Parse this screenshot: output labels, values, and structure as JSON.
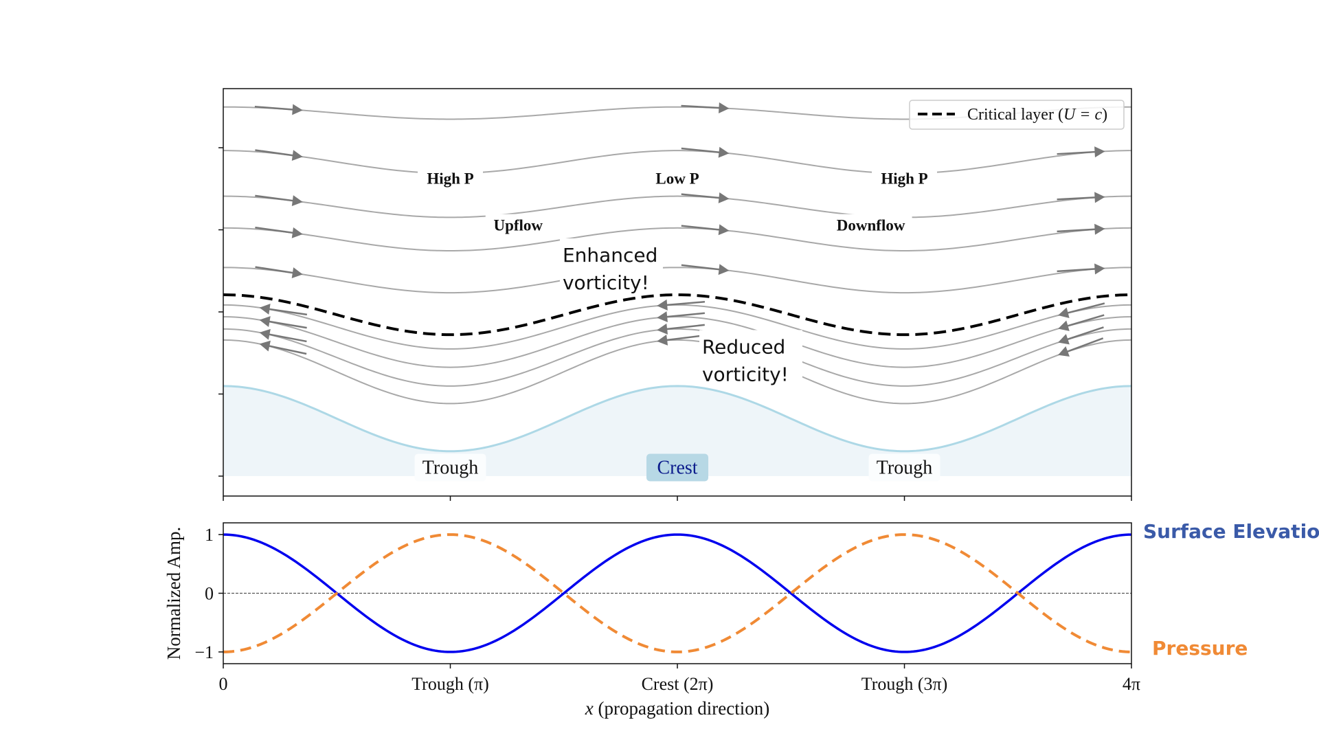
{
  "chart_data": [
    {
      "type": "line",
      "title": "Streamlines over a propagating surface wave with critical layer",
      "x_domain": [
        0,
        12.566
      ],
      "xlabel": "",
      "ylabel": "",
      "y_ticks": 5,
      "legend": {
        "placement": "top-right",
        "entries": [
          {
            "label": "Critical layer (U = c)",
            "style": "dashed",
            "color": "#000000"
          }
        ]
      },
      "streamlines_forward": {
        "direction": "right",
        "color": "#a8a8a8",
        "arrow_color": "#777777",
        "levels": [
          {
            "name": "streamline-1",
            "mean_height": 0.94,
            "amplitude": 0.015
          },
          {
            "name": "streamline-2",
            "mean_height": 0.82,
            "amplitude": 0.028
          },
          {
            "name": "streamline-3",
            "mean_height": 0.71,
            "amplitude": 0.026
          },
          {
            "name": "streamline-4",
            "mean_height": 0.63,
            "amplitude": 0.028
          },
          {
            "name": "streamline-5",
            "mean_height": 0.53,
            "amplitude": 0.031
          }
        ]
      },
      "critical_layer": {
        "mean_height": 0.445,
        "amplitude": 0.049,
        "color": "#000000",
        "style": "dashed"
      },
      "streamlines_reverse": {
        "direction": "left",
        "color": "#a8a8a8",
        "arrow_color": "#777777",
        "levels": [
          {
            "name": "reverse-streamline-1",
            "mean_height": 0.415,
            "amplitude": 0.054
          },
          {
            "name": "reverse-streamline-2",
            "mean_height": 0.378,
            "amplitude": 0.062
          },
          {
            "name": "reverse-streamline-3",
            "mean_height": 0.34,
            "amplitude": 0.07
          },
          {
            "name": "reverse-streamline-4",
            "mean_height": 0.305,
            "amplitude": 0.078
          }
        ]
      },
      "surface": {
        "mean_height": 0.19,
        "amplitude": 0.08,
        "line_color": "#add8e6",
        "fill_color": "#eef5f9"
      },
      "annotations": [
        {
          "name": "high-p-left-label",
          "text": "High P",
          "x": 3.1416,
          "height": 0.78,
          "style": "bold"
        },
        {
          "name": "low-p-label",
          "text": "Low P",
          "x": 6.2832,
          "height": 0.78,
          "style": "bold"
        },
        {
          "name": "high-p-right-label",
          "text": "High P",
          "x": 9.4248,
          "height": 0.78,
          "style": "bold"
        },
        {
          "name": "upflow-label",
          "text": "Upflow",
          "x": 4.08,
          "height": 0.665,
          "style": "bold"
        },
        {
          "name": "downflow-label",
          "text": "Downflow",
          "x": 8.96,
          "height": 0.665,
          "style": "bold"
        },
        {
          "name": "enhanced-vorticity-label",
          "lines": [
            "Enhanced",
            "vorticity!"
          ],
          "x": 5.37,
          "height": 0.565,
          "style": "callout"
        },
        {
          "name": "reduced-vorticity-label",
          "lines": [
            "Reduced",
            "vorticity!"
          ],
          "x": 7.3,
          "height": 0.34,
          "style": "callout"
        },
        {
          "name": "trough-left-label",
          "text": "Trough",
          "x": 3.1416,
          "height": 0.07,
          "style": "box"
        },
        {
          "name": "crest-label",
          "text": "Crest",
          "x": 6.2832,
          "height": 0.07,
          "style": "box-highlight"
        },
        {
          "name": "trough-right-label",
          "text": "Trough",
          "x": 9.4248,
          "height": 0.07,
          "style": "box"
        }
      ]
    },
    {
      "type": "line",
      "title": "",
      "xlabel": "x (propagation direction)",
      "ylabel": "Normalized Amp.",
      "xlim": [
        0,
        12.566
      ],
      "ylim": [
        -1.2,
        1.2
      ],
      "x_ticks": [
        {
          "value": 0,
          "label": "0"
        },
        {
          "value": 3.1416,
          "label": "Trough (π)"
        },
        {
          "value": 6.2832,
          "label": "Crest (2π)"
        },
        {
          "value": 9.4248,
          "label": "Trough (3π)"
        },
        {
          "value": 12.566,
          "label": "4π"
        }
      ],
      "y_ticks": [
        {
          "value": 1,
          "label": "1"
        },
        {
          "value": 0,
          "label": "0"
        },
        {
          "value": -1,
          "label": "−1"
        }
      ],
      "zero_line": {
        "style": "dotted",
        "color": "#555555"
      },
      "series": [
        {
          "name": "Surface Elevation",
          "function": "cos(x)",
          "color": "#0000ee",
          "label_color": "#3a5aa8",
          "style": "solid"
        },
        {
          "name": "Pressure",
          "function": "-cos(x)",
          "color": "#f08a35",
          "label_color": "#f08a35",
          "style": "dashed"
        }
      ],
      "grid": false
    }
  ],
  "labels": {
    "legend_text": "Critical layer (",
    "legend_math": "U = c",
    "legend_close": ")",
    "surface_elevation": "Surface Elevation",
    "pressure": "Pressure",
    "ylabel": "Normalized Amp.",
    "xlabel_var": "x",
    "xlabel_rest": " (propagation direction)"
  }
}
